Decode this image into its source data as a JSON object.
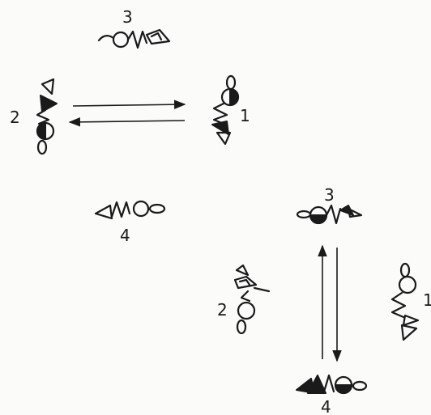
{
  "top_group": {
    "labels": {
      "top": "3",
      "left": "2",
      "right": "1",
      "bottom": "4"
    }
  },
  "bottom_group": {
    "labels": {
      "top": "3",
      "left": "2",
      "right": "1",
      "bottom": "4"
    }
  },
  "ink_color": "#1a1a1a"
}
